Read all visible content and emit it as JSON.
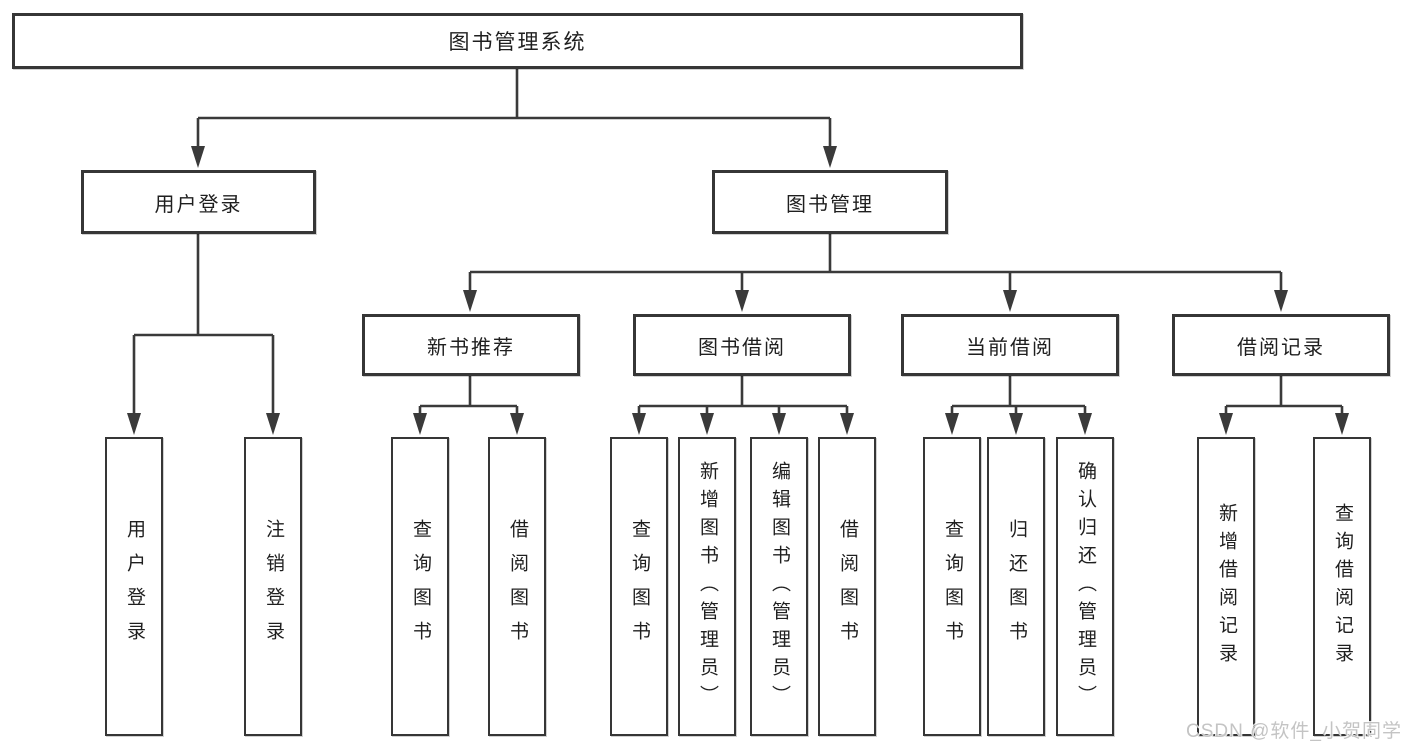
{
  "diagram": {
    "title_node": {
      "label": "图书管理系统"
    },
    "branches": [
      {
        "label": "用户登录",
        "children": [
          {
            "label": "用户登录"
          },
          {
            "label": "注销登录"
          }
        ]
      },
      {
        "label": "图书管理",
        "groups": [
          {
            "label": "新书推荐",
            "children": [
              "查询图书",
              "借阅图书"
            ]
          },
          {
            "label": "图书借阅",
            "children": [
              "查询图书",
              "新增图书（管理员）",
              "编辑图书（管理员）",
              "借阅图书"
            ]
          },
          {
            "label": "当前借阅",
            "children": [
              "查询图书",
              "归还图书",
              "确认归还（管理员）"
            ]
          },
          {
            "label": "借阅记录",
            "children": [
              "新增借阅记录",
              "查询借阅记录"
            ]
          }
        ]
      }
    ]
  },
  "watermark": {
    "text": "CSDN @软件_小贺同学"
  },
  "colors": {
    "line": "#3a3a3a",
    "border": "#363636",
    "text": "#1f1f1f",
    "watermark": "#c4c4c4"
  }
}
